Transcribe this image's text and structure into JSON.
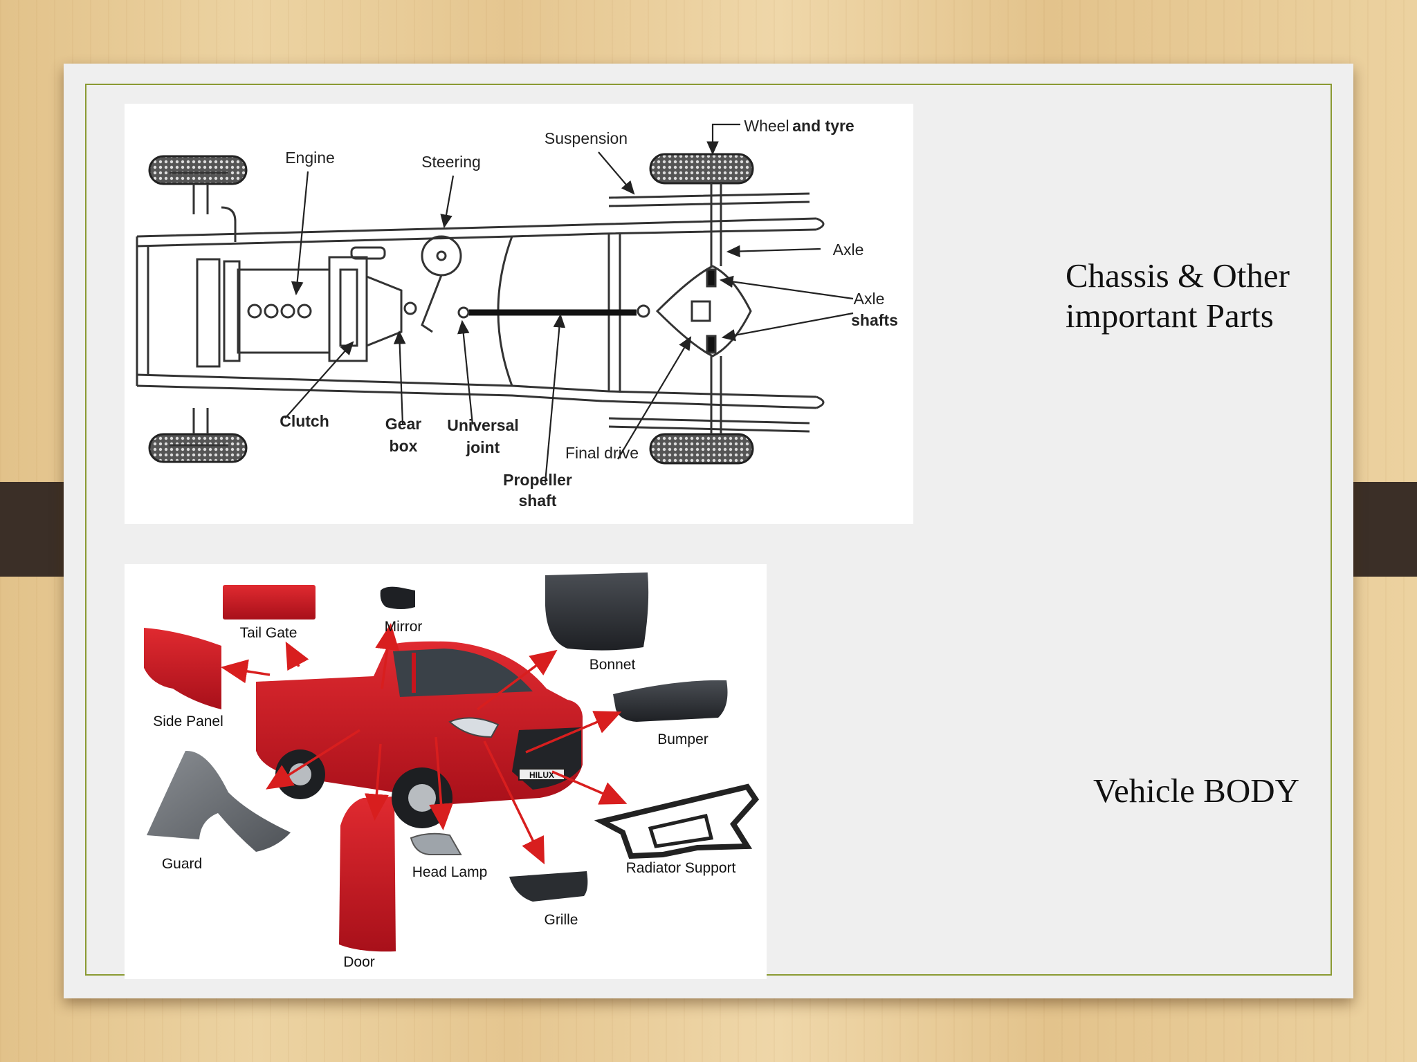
{
  "slide": {
    "chassis_title_line1": "Chassis & Other",
    "chassis_title_line2": "important Parts",
    "body_title": "Vehicle BODY"
  },
  "chassis_diagram": {
    "labels": {
      "engine": "Engine",
      "steering": "Steering",
      "suspension": "Suspension",
      "wheel_and_tyre_a": "Wheel",
      "wheel_and_tyre_b": "and tyre",
      "axle": "Axle",
      "axle_shafts_a": "Axle",
      "axle_shafts_b": "shafts",
      "clutch": "Clutch",
      "gear_box_a": "Gear",
      "gear_box_b": "box",
      "universal_joint_a": "Universal",
      "universal_joint_b": "joint",
      "final_drive": "Final drive",
      "propeller_shaft_a": "Propeller",
      "propeller_shaft_b": "shaft"
    }
  },
  "body_diagram": {
    "labels": {
      "tail_gate": "Tail Gate",
      "mirror": "Mirror",
      "bonnet": "Bonnet",
      "side_panel": "Side Panel",
      "bumper": "Bumper",
      "guard": "Guard",
      "head_lamp": "Head Lamp",
      "radiator_support": "Radiator Support",
      "grille": "Grille",
      "door": "Door",
      "badge": "HILUX"
    },
    "colors": {
      "body_red": "#c8141c",
      "arrow_red": "#d81e1e",
      "dark_part": "#2a2d31"
    }
  }
}
